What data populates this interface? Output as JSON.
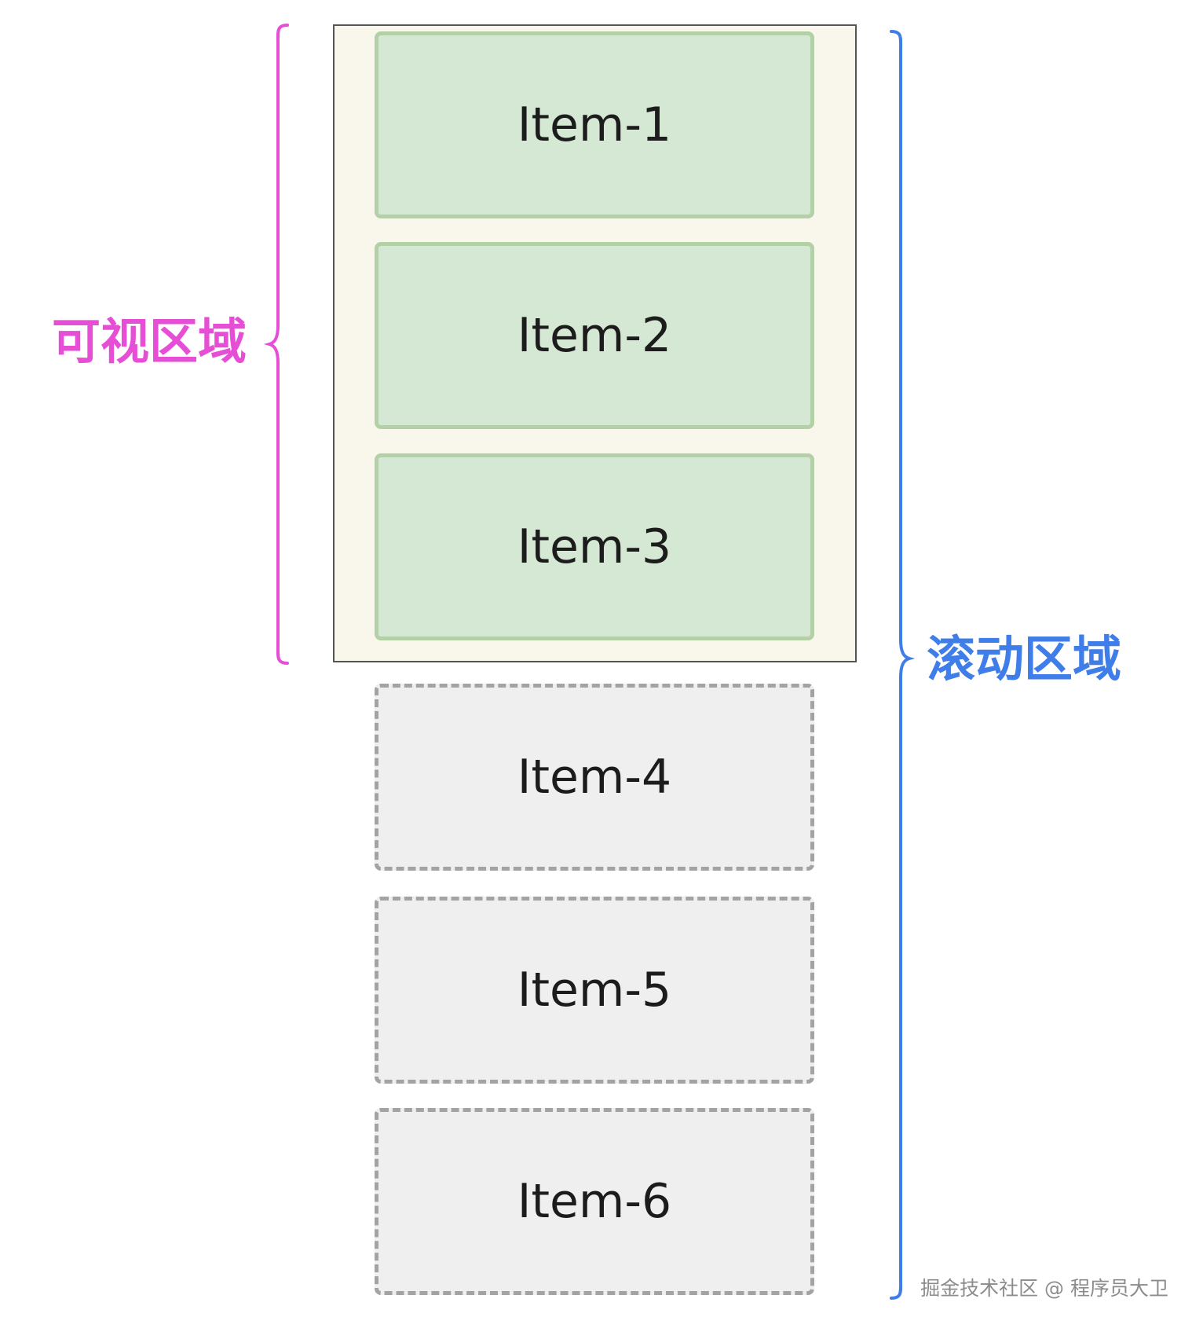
{
  "colors": {
    "visible_brace": "#e64ed6",
    "scroll_brace": "#3f7de8",
    "visible_item_fill": "#d5e8d4",
    "visible_item_border": "#b3d0a6",
    "hidden_item_fill": "#efefef",
    "hidden_item_border": "#a3a3a3",
    "viewport_fill": "#f9f7ec",
    "viewport_border": "#555555"
  },
  "labels": {
    "visible_area": "可视区域",
    "scroll_area": "滚动区域"
  },
  "items": [
    {
      "label": "Item-1",
      "visible": true
    },
    {
      "label": "Item-2",
      "visible": true
    },
    {
      "label": "Item-3",
      "visible": true
    },
    {
      "label": "Item-4",
      "visible": false
    },
    {
      "label": "Item-5",
      "visible": false
    },
    {
      "label": "Item-6",
      "visible": false
    }
  ],
  "watermark": "掘金技术社区 @ 程序员大卫"
}
